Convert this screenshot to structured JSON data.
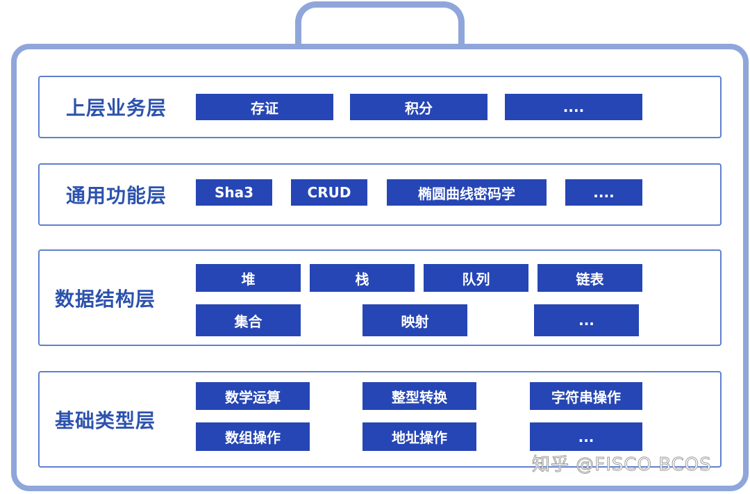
{
  "layers": [
    {
      "title": "上层业务层",
      "chips": [
        "存证",
        "积分",
        "...."
      ]
    },
    {
      "title": "通用功能层",
      "chips": [
        "Sha3",
        "CRUD",
        "椭圆曲线密码学",
        "...."
      ]
    },
    {
      "title": "数据结构层",
      "chips": [
        "堆",
        "栈",
        "队列",
        "链表",
        "集合",
        "映射",
        "..."
      ]
    },
    {
      "title": "基础类型层",
      "chips": [
        "数学运算",
        "整型转换",
        "字符串操作",
        "数组操作",
        "地址操作",
        "..."
      ]
    }
  ],
  "watermark": "知乎 @FISCO BCOS",
  "colors": {
    "chip": "#2646b5",
    "title": "#2c52ad",
    "frame": "#8fa6db",
    "layer_border": "#5f7fcf"
  }
}
